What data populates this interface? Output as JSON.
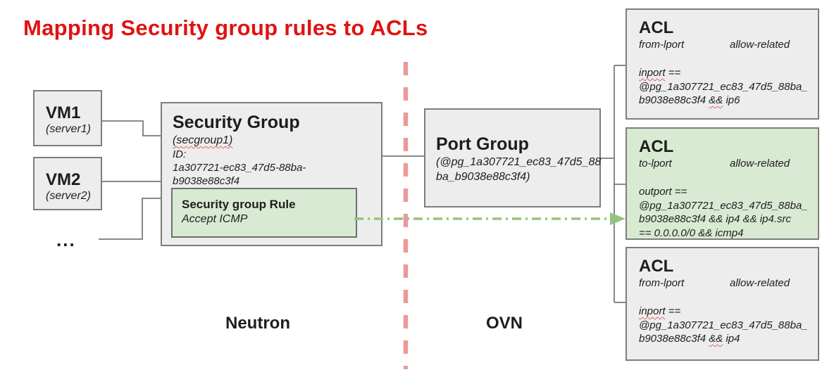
{
  "title": "Mapping Security group rules to ACLs",
  "colors": {
    "title_red": "#e01212",
    "divider_red": "#ea9999",
    "arrow_green": "#93c47d",
    "highlight_green": "#d9ead3",
    "box_gray": "#ededed",
    "border_gray": "#7d7d7d"
  },
  "vms": [
    {
      "name": "VM1",
      "sub": "(server1)"
    },
    {
      "name": "VM2",
      "sub": "(server2)"
    }
  ],
  "ellipsis": "...",
  "security_group": {
    "title": "Security Group",
    "sub": "(secgroup1)",
    "id_label": "ID:",
    "id": "1a307721-ec83_47d5-88ba-b9038e88c3f4",
    "rule": {
      "title": "Security group Rule",
      "body": "Accept ICMP"
    }
  },
  "port_group": {
    "title": "Port Group",
    "sub": "(@pg_1a307721_ec83_47d5_88\nba_b9038e88c3f4)"
  },
  "acls": [
    {
      "title": "ACL",
      "direction": "from-lport",
      "action": "allow-related",
      "highlight": false,
      "match_segments": [
        {
          "t": "inport",
          "wavy": true
        },
        {
          "t": " ==\n@pg_1a307721_ec83_47d5_88ba_\nb9038e88c3f4 "
        },
        {
          "t": "&&",
          "wavy": true
        },
        {
          "t": " ip6"
        }
      ]
    },
    {
      "title": "ACL",
      "direction": "to-lport",
      "action": "allow-related",
      "highlight": true,
      "match_segments": [
        {
          "t": "outport ==\n@pg_1a307721_ec83_47d5_88ba_\nb9038e88c3f4 && ip4 && ip4.src\n== 0.0.0.0/0 && icmp4"
        }
      ]
    },
    {
      "title": "ACL",
      "direction": "from-lport",
      "action": "allow-related",
      "highlight": false,
      "match_segments": [
        {
          "t": "inport",
          "wavy": true
        },
        {
          "t": " ==\n@pg_1a307721_ec83_47d5_88ba_\nb9038e88c3f4 "
        },
        {
          "t": "&&",
          "wavy": true
        },
        {
          "t": " ip4"
        }
      ]
    }
  ],
  "zones": {
    "left": "Neutron",
    "right": "OVN"
  }
}
